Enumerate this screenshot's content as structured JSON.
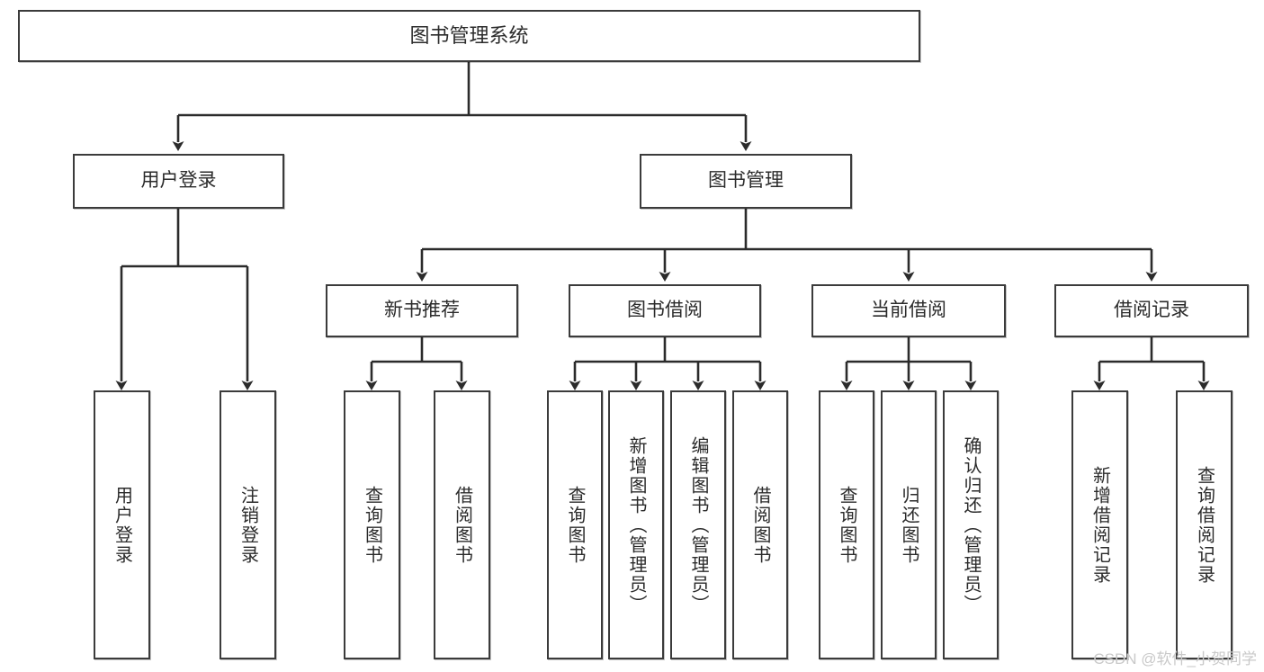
{
  "diagram": {
    "title": "图书管理系统",
    "type": "tree",
    "root": {
      "label": "图书管理系统"
    },
    "level2": [
      {
        "label": "用户登录"
      },
      {
        "label": "图书管理"
      }
    ],
    "level3": [
      {
        "label": "新书推荐"
      },
      {
        "label": "图书借阅"
      },
      {
        "label": "当前借阅"
      },
      {
        "label": "借阅记录"
      }
    ],
    "leaves": {
      "user_login": [
        {
          "label": "用户登录"
        },
        {
          "label": "注销登录"
        }
      ],
      "new_book_recommend": [
        {
          "label": "查询图书"
        },
        {
          "label": "借阅图书"
        }
      ],
      "book_borrow": [
        {
          "label": "查询图书"
        },
        {
          "label": "新增图书（管理员）"
        },
        {
          "label": "编辑图书（管理员）"
        },
        {
          "label": "借阅图书"
        }
      ],
      "current_borrow": [
        {
          "label": "查询图书"
        },
        {
          "label": "归还图书"
        },
        {
          "label": "确认归还（管理员）"
        }
      ],
      "borrow_record": [
        {
          "label": "新增借阅记录"
        },
        {
          "label": "查询借阅记录"
        }
      ]
    }
  },
  "watermark": {
    "text": "CSDN @软件_小贺同学"
  },
  "colors": {
    "stroke": "#3b3b3b",
    "fill": "#ffffff",
    "text": "#2b2b2b",
    "watermark": "#c9c9c9"
  }
}
